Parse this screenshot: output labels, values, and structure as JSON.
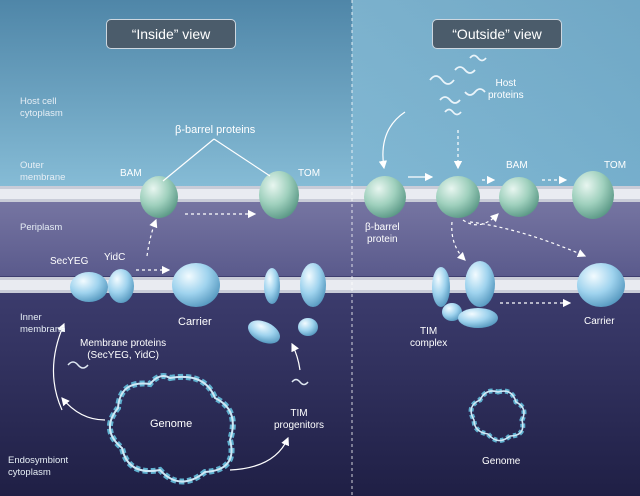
{
  "left_panel": {
    "title": "“Inside” view",
    "regions": {
      "host_cytoplasm": "Host cell\ncytoplasm",
      "outer_membrane": "Outer\nmembrane",
      "periplasm": "Periplasm",
      "inner_membrane": "Inner\nmembrane",
      "endosymbiont_cytoplasm": "Endosymbiont\ncytoplasm"
    },
    "labels": {
      "beta_barrel": "β-barrel proteins",
      "bam": "BAM",
      "tom": "TOM",
      "secyeg": "SecYEG",
      "yidc": "YidC",
      "carrier": "Carrier",
      "membrane_proteins": "Membrane proteins\n(SecYEG, YidC)",
      "genome": "Genome",
      "tim_progenitors": "TIM\nprogenitors"
    }
  },
  "right_panel": {
    "title": "“Outside” view",
    "labels": {
      "host_proteins": "Host\nproteins",
      "beta_barrel_protein": "β-barrel\nprotein",
      "bam": "BAM",
      "tom": "TOM",
      "tim_complex": "TIM\ncomplex",
      "carrier": "Carrier",
      "genome": "Genome"
    }
  },
  "colors": {
    "host_top": "#6fa6c6",
    "periplasm": "#6a6a98",
    "inner_cytoplasm": "#2a2a55",
    "membrane": "#e6e8ee",
    "protein_green": "#a9d6c6",
    "protein_blue": "#a8d6ee"
  }
}
